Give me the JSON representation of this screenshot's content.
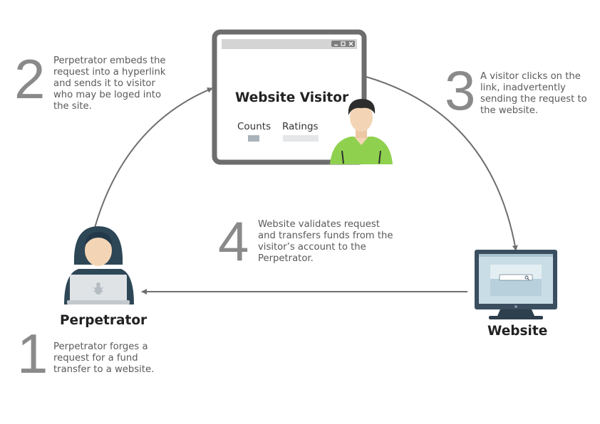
{
  "steps": [
    {
      "number": "1",
      "text": "Perpetrator forges a request for a fund transfer to a website."
    },
    {
      "number": "2",
      "text": "Perpetrator embeds the request into a hyperlink and sends it to visitor who may be loged into the site."
    },
    {
      "number": "3",
      "text": "A visitor clicks on the link, inadvertently sending the request to the website."
    },
    {
      "number": "4",
      "text": "Website validates request and transfers funds from the visitor’s account to the Perpetrator."
    }
  ],
  "actors": {
    "perpetrator": "Perpetrator",
    "visitor": "Website Visitor",
    "website": "Website"
  },
  "visitor_window": {
    "counts_label": "Counts",
    "ratings_label": "Ratings"
  },
  "colors": {
    "arrow": "#6f6f6f",
    "frame": "#6d6d6d",
    "visitor_shirt": "#8fd14f",
    "hood": "#2e4756",
    "monitor": "#3a4e60",
    "screen": "#c9dde6"
  },
  "icons": [
    "minimize-icon",
    "maximize-icon",
    "close-icon",
    "bug-icon",
    "search-icon"
  ]
}
